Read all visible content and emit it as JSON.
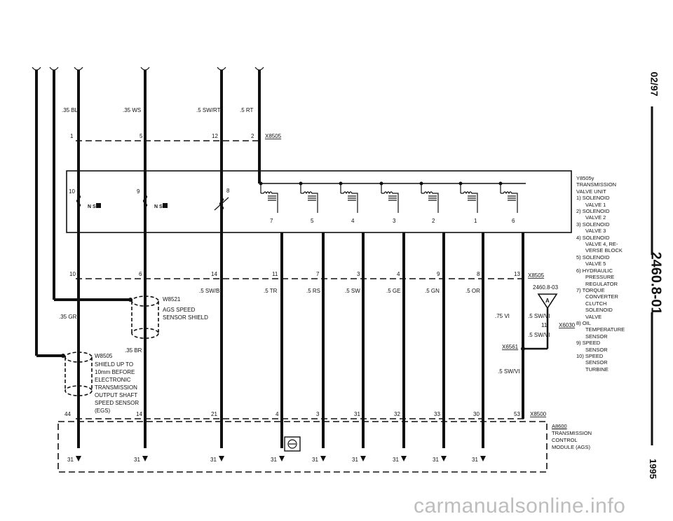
{
  "wires_top": [
    ".35 BL",
    ".35 WS",
    ".5 SW/RT",
    ".5 RT"
  ],
  "x8505_pins_top": [
    "1",
    "5",
    "12",
    "2"
  ],
  "x8505_label": "X8505",
  "valve_unit": {
    "pins_left": [
      "10",
      "9",
      "8"
    ],
    "n_s_label": "N S",
    "solenoid_pins": [
      "7",
      "5",
      "4",
      "3",
      "2",
      "1",
      "6"
    ]
  },
  "x8505_pins_bottom": [
    "10",
    "6",
    "14",
    "11",
    "7",
    "3",
    "4",
    "9",
    "8",
    "13"
  ],
  "wire_colors_mid": [
    ".5 SW/BL",
    ".5 TR",
    ".5 RS",
    ".5 SW",
    ".5 GE",
    ".5 GN",
    ".5 OR"
  ],
  "w8521": {
    "id": "W8521",
    "line1": "AGS SPEED",
    "line2": "SENSOR SHIELD"
  },
  "left_wire_color": ".35 GR",
  "br_color": ".35 BR",
  "w8505": {
    "id": "W8505",
    "lines": [
      "SHIELD UP TO",
      "10mm BEFORE",
      "ELECTRONIC",
      "TRANSMISSION",
      "OUTPUT SHAFT",
      "SPEED SENSOR",
      "(EGS)"
    ]
  },
  "ref_page": "2460.8-03",
  "ref_letter": "A",
  "vi_labels": [
    ".75 VI",
    ".5 SW/VI",
    "11",
    "X6030",
    ".5 SW/VI",
    "X6561",
    ".5 SW/VI"
  ],
  "x8500_pins": [
    "44",
    "14",
    "21",
    "4",
    "3",
    "31",
    "32",
    "33",
    "30",
    "53"
  ],
  "x8500_label": "X8500",
  "ground_labels": [
    "31",
    "31",
    "31",
    "31",
    "31",
    "31",
    "31",
    "31",
    "31"
  ],
  "control_module": [
    "A8600",
    "TRANSMISSION",
    "CONTROL",
    "MODULE (AGS)"
  ],
  "legend_title": [
    "Y8505y",
    "TRANSMISSION",
    "VALVE UNIT"
  ],
  "legend_items": [
    {
      "n": "1)",
      "lines": [
        "SOLENOID",
        "VALVE 1"
      ]
    },
    {
      "n": "2)",
      "lines": [
        "SOLENOID",
        "VALVE 2"
      ]
    },
    {
      "n": "3)",
      "lines": [
        "SOLENOID",
        "VALVE 3"
      ]
    },
    {
      "n": "4)",
      "lines": [
        "SOLENOID",
        "VALVE 4, RE-",
        "VERSE BLOCK"
      ]
    },
    {
      "n": "5)",
      "lines": [
        "SOLENOID",
        "VALVE 5"
      ]
    },
    {
      "n": "6)",
      "lines": [
        "HYDRAULIC",
        "PRESSURE",
        "REGULATOR"
      ]
    },
    {
      "n": "7)",
      "lines": [
        "TORQUE",
        "CONVERTER",
        "CLUTCH",
        "SOLENOID",
        "VALVE"
      ]
    },
    {
      "n": "8)",
      "lines": [
        "OIL",
        "TEMPERATURE",
        "SENSOR"
      ]
    },
    {
      "n": "9)",
      "lines": [
        "SPEED",
        "SENSOR"
      ]
    },
    {
      "n": "10)",
      "lines": [
        "SPEED",
        "SENSOR",
        "TURBINE"
      ]
    }
  ],
  "side_date": "02/97",
  "side_page": "2460.8-01",
  "side_year": "1995",
  "watermark": "carmanualsonline.info"
}
